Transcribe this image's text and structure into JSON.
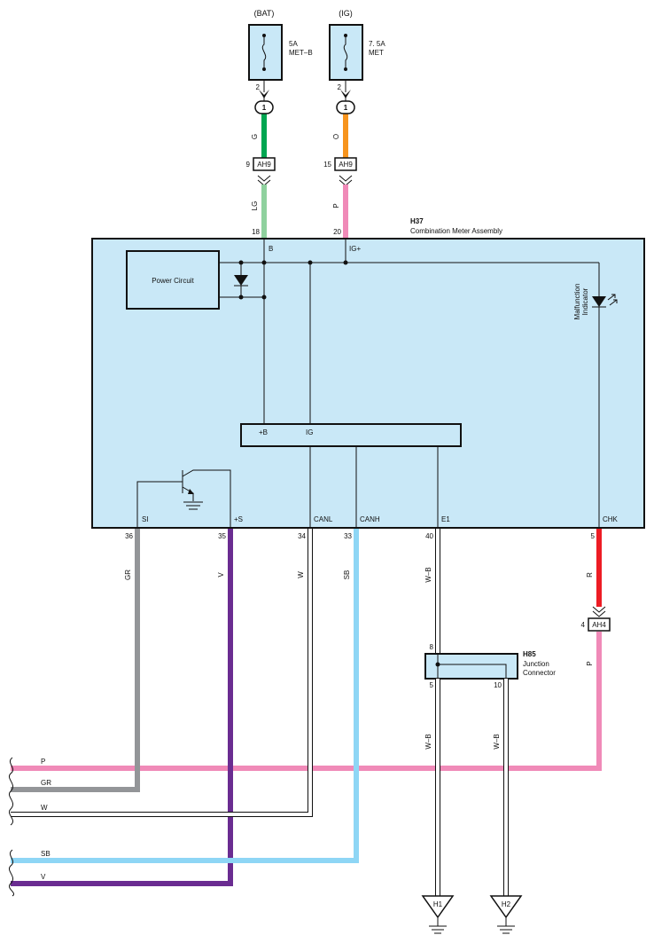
{
  "colors": {
    "G": "#00a651",
    "O": "#f7941d",
    "LG": "#8fd19e",
    "P": "#f08ab8",
    "GR": "#939598",
    "V": "#6a2c91",
    "W": "#ffffff",
    "SB": "#8ed6f5",
    "R": "#ed1c24",
    "WB": "#ffffff",
    "box": "#c9e8f7"
  },
  "fuses": {
    "bat": {
      "label": "(BAT)",
      "rating": "5A",
      "name": "MET–B",
      "pin": "2"
    },
    "ig": {
      "label": "(IG)",
      "rating": "7. 5A",
      "name": "MET",
      "pin": "2"
    }
  },
  "connectors": {
    "jb1_bat": "1",
    "jb1_ig": "1",
    "ah9_a": {
      "name": "AH9",
      "pin": "9"
    },
    "ah9_b": {
      "name": "AH9",
      "pin": "15"
    },
    "ah4": {
      "name": "AH4",
      "pin": "4"
    }
  },
  "wires": {
    "g": "G",
    "o": "O",
    "lg": "LG",
    "p_top": "P",
    "gr": "GR",
    "v": "V",
    "w": "W",
    "sb": "SB",
    "wb40": "W–B",
    "r": "R",
    "p_right": "P",
    "wb5": "W–B",
    "wb10": "W–B"
  },
  "meter": {
    "id": "H37",
    "name": "Combination Meter Assembly",
    "pin_b": "18",
    "pin_ig": "20",
    "term_b": "B",
    "term_ig": "IG+",
    "power_circuit": "Power Circuit",
    "malfunction_1": "Malfunction",
    "malfunction_2": "Indicator",
    "inner_b": "+B",
    "inner_ig": "IG",
    "bottom_terms": [
      "SI",
      "+S",
      "CANL",
      "CANH",
      "E1",
      "CHK"
    ],
    "bottom_pins": [
      "36",
      "35",
      "34",
      "33",
      "40",
      "5"
    ]
  },
  "junction": {
    "id": "H85",
    "name_1": "Junction",
    "name_2": "Connector",
    "pin_top": "8",
    "pin_left": "5",
    "pin_right": "10"
  },
  "grounds": {
    "h1": "H1",
    "h2": "H2"
  },
  "left_wires": [
    "P",
    "GR",
    "W",
    "SB",
    "V"
  ]
}
